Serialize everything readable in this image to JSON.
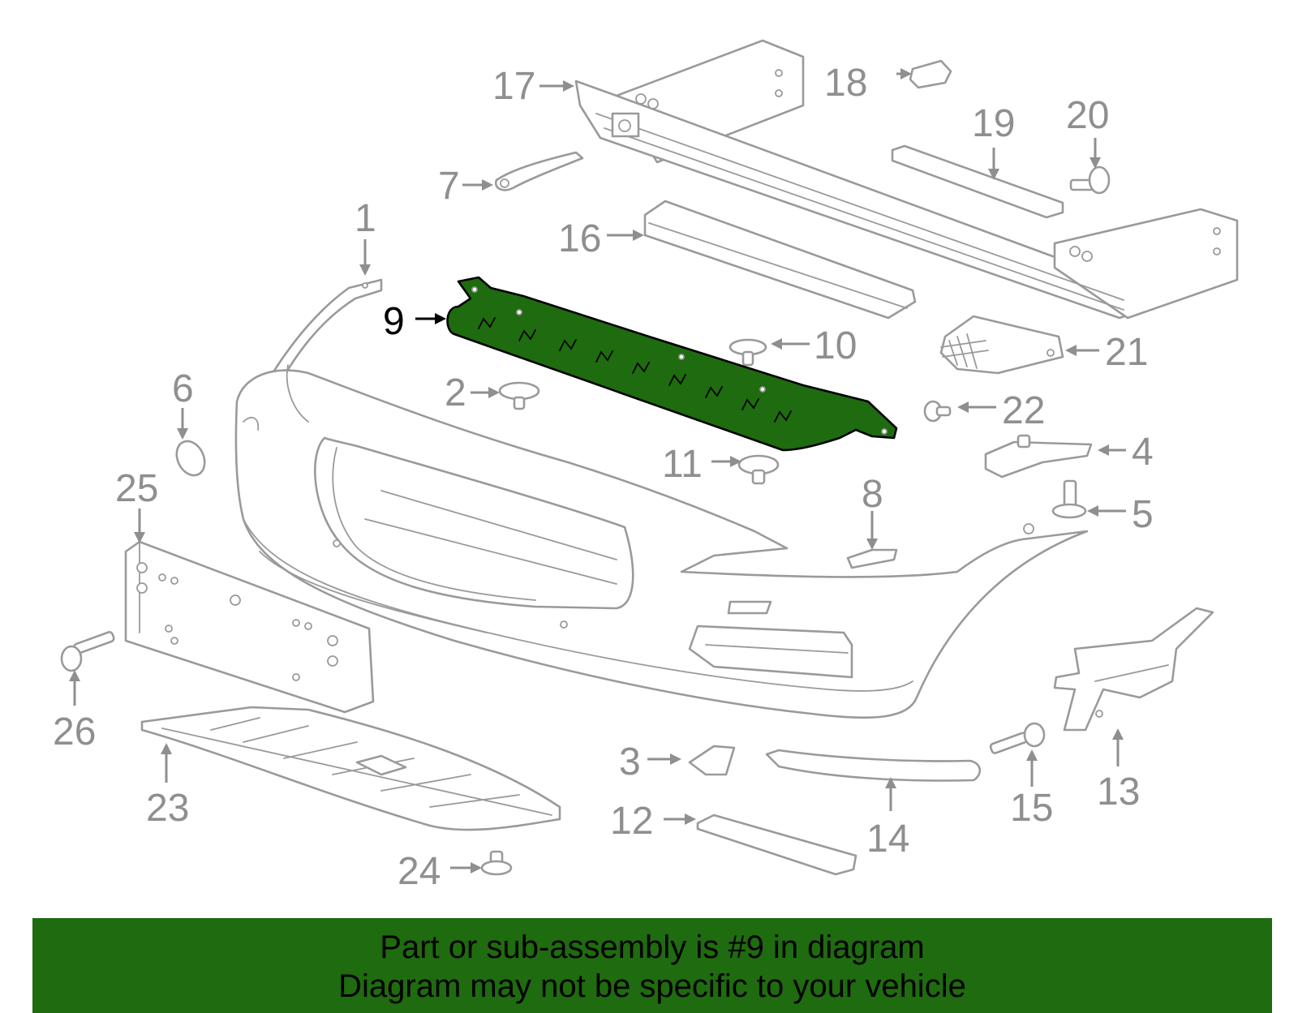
{
  "diagram": {
    "highlight_part": "9",
    "highlight_color": "#1f6b0f",
    "part_color": "#9a9a9a",
    "callouts": {
      "p1": "1",
      "p2": "2",
      "p3": "3",
      "p4": "4",
      "p5": "5",
      "p6": "6",
      "p7": "7",
      "p8": "8",
      "p9": "9",
      "p10": "10",
      "p11": "11",
      "p12": "12",
      "p13": "13",
      "p14": "14",
      "p15": "15",
      "p16": "16",
      "p17": "17",
      "p18": "18",
      "p19": "19",
      "p20": "20",
      "p21": "21",
      "p22": "22",
      "p23": "23",
      "p24": "24",
      "p25": "25",
      "p26": "26"
    }
  },
  "banner": {
    "line1": "Part or sub-assembly is #9 in diagram",
    "line2": "Diagram may not be specific to your vehicle",
    "background": "#1f6b0f"
  }
}
